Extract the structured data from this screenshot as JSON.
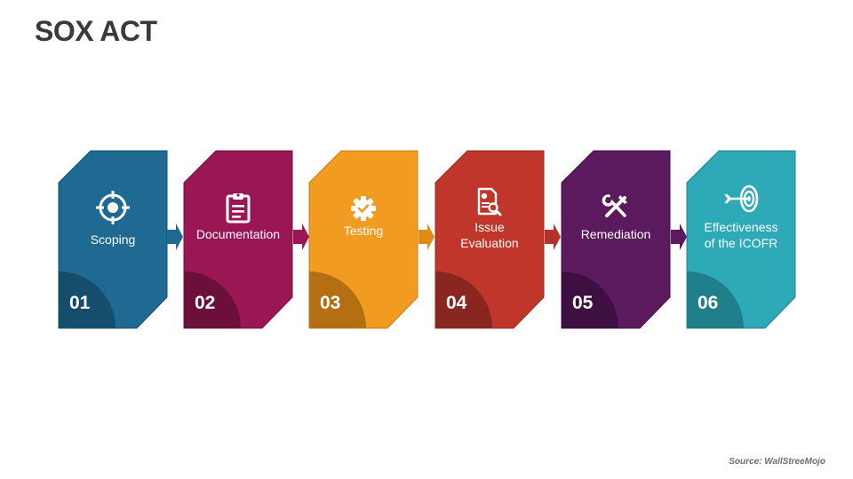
{
  "title": "SOX ACT",
  "source": "Source: WallStreeMojo",
  "steps": [
    {
      "number": "01",
      "label": "Scoping",
      "icon": "crosshair-icon",
      "color": "#1f6a93",
      "shade": "#154d6c"
    },
    {
      "number": "02",
      "label": "Documentation",
      "icon": "clipboard-icon",
      "color": "#9a1654",
      "shade": "#6c0f3b"
    },
    {
      "number": "03",
      "label": "Testing",
      "icon": "gear-check-icon",
      "color": "#f29b21",
      "shade": "#b46f12"
    },
    {
      "number": "04",
      "label": "Issue\nEvaluation",
      "icon": "document-search-icon",
      "color": "#c0362b",
      "shade": "#8a2620"
    },
    {
      "number": "05",
      "label": "Remediation",
      "icon": "tools-icon",
      "color": "#5b1a5e",
      "shade": "#3e1041"
    },
    {
      "number": "06",
      "label": "Effectiveness\nof the ICOFR",
      "icon": "target-arrow-icon",
      "color": "#2ea9b8",
      "shade": "#1f7f8b"
    }
  ]
}
